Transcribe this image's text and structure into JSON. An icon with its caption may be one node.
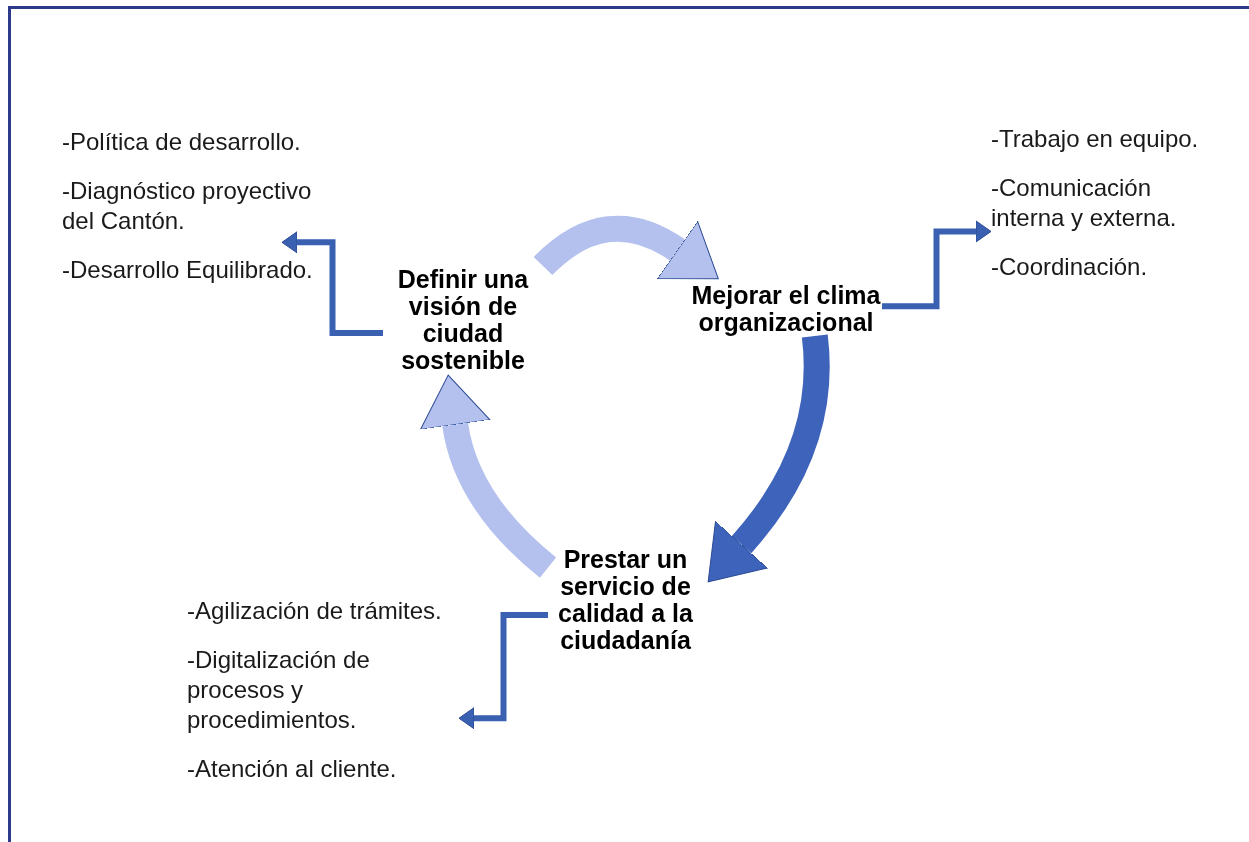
{
  "diagram": {
    "nodes": [
      {
        "text": [
          "-Política de desarrollo.",
          "-Diagnóstico proyectivo del Cantón.",
          "-Desarrollo Equilibrado."
        ]
      },
      {
        "text": [
          "-Trabajo en equipo.",
          "-Comunicación interna y externa.",
          "-Coordinación."
        ]
      },
      {
        "text": [
          "Definir una visión de ciudad sostenible"
        ]
      },
      {
        "text": [
          "Mejorar el clima organizacional"
        ]
      },
      {
        "text": [
          "Prestar un servicio de calidad a la ciudadanía"
        ]
      },
      {
        "text": [
          "-Agilización de trámites.",
          "-Digitalización de procesos y procedimientos.",
          "-Atención al cliente."
        ]
      }
    ],
    "edges": [
      {
        "from": 2,
        "to": 3,
        "arrow": "to",
        "style": "thick",
        "color": "#b4c1ee"
      },
      {
        "from": 3,
        "to": 4,
        "arrow": "to",
        "style": "thick",
        "color": "#3e63bb"
      },
      {
        "from": 4,
        "to": 2,
        "arrow": "to",
        "style": "thick",
        "color": "#b4c1ee"
      },
      {
        "from": 2,
        "to": 0,
        "arrow": "to"
      },
      {
        "from": 3,
        "to": 1,
        "arrow": "to"
      },
      {
        "from": 4,
        "to": 5,
        "arrow": "to"
      }
    ]
  }
}
